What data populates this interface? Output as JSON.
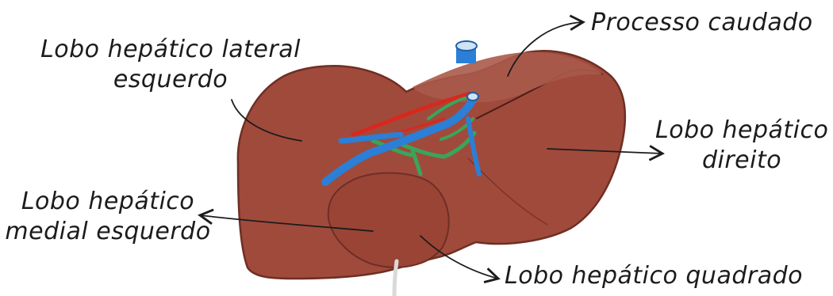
{
  "diagram": {
    "labels": {
      "lateral_left": [
        "Lobo hepático lateral",
        "esquerdo"
      ],
      "caudate": "Processo caudado",
      "right_lobe": [
        "Lobo hepático",
        "direito"
      ],
      "medial_left": [
        "Lobo hepático",
        "medial esquerdo"
      ],
      "quadrate": "Lobo hepático quadrado"
    },
    "colors": {
      "liver": "#a04a3c",
      "liver_outline": "#6e2f24",
      "vessel_blue": "#2b7fd6",
      "vessel_green": "#3aa55a",
      "vessel_red": "#d8281e",
      "ink": "#1c1c1c"
    }
  }
}
